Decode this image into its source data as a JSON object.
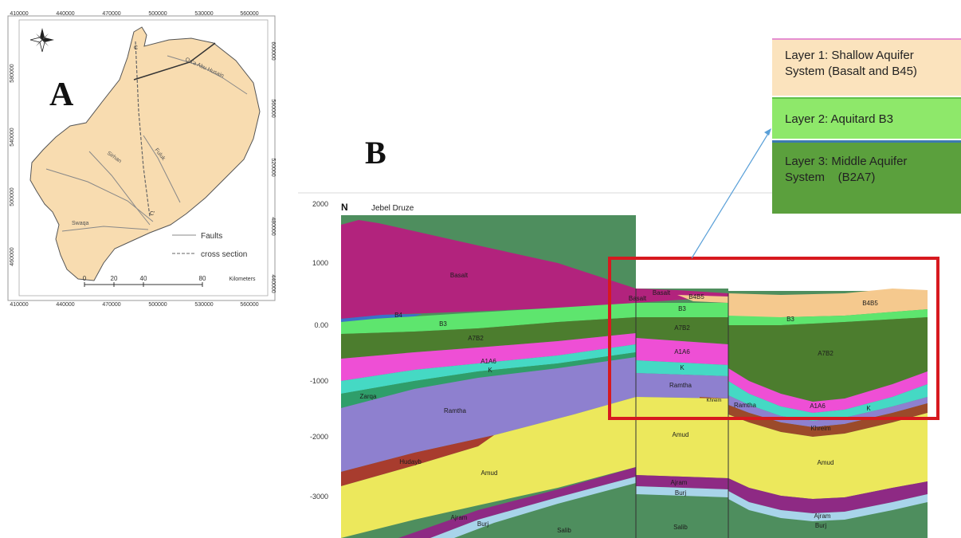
{
  "panel_a": {
    "label": "A",
    "x_ticks": [
      "410000",
      "440000",
      "470000",
      "500000",
      "530000",
      "560000"
    ],
    "y_ticks_left": [
      "580000",
      "540000",
      "500000",
      "460000"
    ],
    "y_ticks_right": [
      "600000",
      "560000",
      "520000",
      "480000",
      "440000"
    ],
    "faults": [
      "Qa'a Abu Husain",
      "Sirhan",
      "Fuluk",
      "Swaqa"
    ],
    "section_ends": [
      "C",
      "C'"
    ],
    "legend": {
      "faults": "Faults",
      "cross_section": "cross section"
    },
    "scale": {
      "ticks": [
        "0",
        "20",
        "40",
        "80"
      ],
      "unit": "Kilometers"
    },
    "colors": {
      "basin_fill": "#f8dcb0",
      "fault": "#888888"
    }
  },
  "panel_b": {
    "label": "B",
    "north": "N",
    "place": "Jebel Druze",
    "y_ticks": [
      "2000",
      "1000",
      "0.00",
      "-1000",
      "-2000",
      "-3000"
    ],
    "units_left": [
      "Basalt",
      "B4",
      "B3",
      "A7B2",
      "A1A6",
      "K",
      "Zarqa",
      "Ramtha",
      "Hudayb",
      "Amud",
      "Ajram",
      "Burj",
      "Salib"
    ],
    "units_mid": [
      "Basalt",
      "B4B5",
      "Basalt",
      "B3",
      "A7B2",
      "A1A6",
      "K",
      "Ramtha",
      "Khreim",
      "Amud",
      "Ajram",
      "Burj",
      "Salib"
    ],
    "units_right": [
      "B4B5",
      "B3",
      "A7B2",
      "Ramtha",
      "A1A6",
      "K",
      "Khreim",
      "Amud",
      "Ajram",
      "Burj"
    ],
    "highlight_color": "#d7191f"
  },
  "legend_layers": [
    {
      "text": "Layer 1: Shallow Aquifer System (Basalt and B45)",
      "color": "#fbe3bd"
    },
    {
      "text": "Layer 2: Aquitard  B3",
      "color": "#8ee86a"
    },
    {
      "text": "Layer 3: Middle Aquifer System    (B2A7)",
      "color": "#5ba03d"
    }
  ],
  "colors": {
    "basalt": "#b2237d",
    "b4b5": "#f5c98e",
    "b3": "#5ee56e",
    "a7b2": "#4c7d2e",
    "a1a6": "#ee4fd5",
    "k": "#45d9c4",
    "zarqa": "#2f9e6a",
    "ramtha": "#8e80cf",
    "hudayb": "#a83c2e",
    "amud": "#ece85c",
    "ajram": "#8e2a84",
    "burj": "#a8d4ea",
    "salib": "#4e8e5e",
    "khreim": "#9b4a2a"
  }
}
